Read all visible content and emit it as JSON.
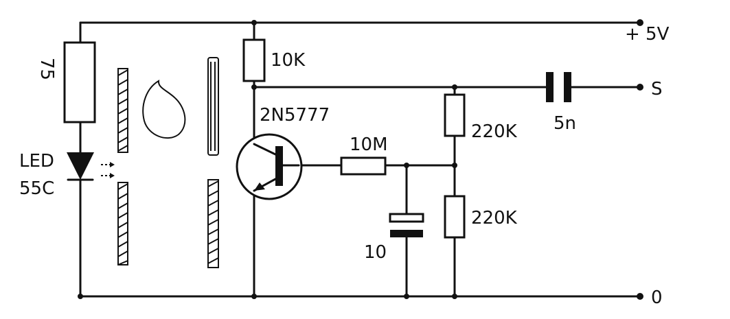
{
  "labels": {
    "supply": "+ 5V",
    "signal": "S",
    "ground": "0",
    "r_led": "75",
    "r_collector": "10K",
    "transistor": "2N5777",
    "r_base": "10M",
    "r_div_top": "220K",
    "r_div_bottom": "220K",
    "cap_output": "5n",
    "cap_filter": "10",
    "led_line1": "LED",
    "led_line2": "55C"
  },
  "colors": {
    "ink": "#111111",
    "paper": "#ffffff"
  }
}
